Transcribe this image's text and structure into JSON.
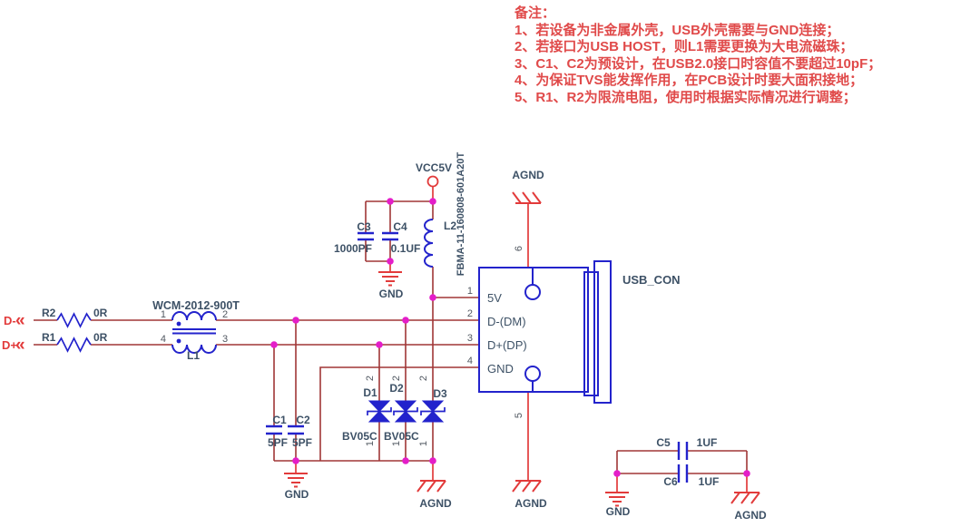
{
  "notes": {
    "title": "备注：",
    "items": [
      "1、若设备为非金属外壳，USB外壳需要与GND连接；",
      "2、若接口为USB HOST，则L1需要更换为大电流磁珠；",
      "3、C1、C2为预设计，在USB2.0接口时容值不要超过10pF；",
      "4、为保证TVS能发挥作用，在PCB设计时要大面积接地；",
      "5、R1、R2为限流电阻，使用时根据实际情况进行调整；"
    ]
  },
  "ports": {
    "d_minus": "D-",
    "d_plus": "D+",
    "chevron": "«"
  },
  "power": {
    "vcc": "VCC5V",
    "gnd": "GND",
    "agnd": "AGND"
  },
  "components": {
    "r1": {
      "ref": "R1",
      "value": "0R"
    },
    "r2": {
      "ref": "R2",
      "value": "0R"
    },
    "l1": {
      "ref": "L1",
      "part": "WCM-2012-900T",
      "pin1": "1",
      "pin2": "2",
      "pin3": "3",
      "pin4": "4"
    },
    "l2": {
      "ref": "L2",
      "part": "FBMA-11-160808-601A20T"
    },
    "c1": {
      "ref": "C1",
      "value": "5PF"
    },
    "c2": {
      "ref": "C2",
      "value": "5PF"
    },
    "c3": {
      "ref": "C3",
      "value": "1000PF"
    },
    "c4": {
      "ref": "C4",
      "value": "0.1UF"
    },
    "c5": {
      "ref": "C5",
      "value": "1UF"
    },
    "c6": {
      "ref": "C6",
      "value": "1UF"
    },
    "d1": {
      "ref": "D1",
      "value": "BV05C",
      "pin_top": "2",
      "pin_bottom": "1"
    },
    "d2": {
      "ref": "D2",
      "value": "BV05C",
      "pin_top": "2",
      "pin_bottom": "1"
    },
    "d3": {
      "ref": "D3",
      "pin_top": "2",
      "pin_bottom": "1"
    },
    "usb": {
      "ref": "USB_CON",
      "pins": [
        {
          "num": "1",
          "name": "5V"
        },
        {
          "num": "2",
          "name": "D-(DM)"
        },
        {
          "num": "3",
          "name": "D+(DP)"
        },
        {
          "num": "4",
          "name": "GND"
        }
      ],
      "shield_pin_top": "6",
      "shield_pin_bottom": "5"
    }
  },
  "colors": {
    "wire": "#a03636",
    "power_red": "#e23b3b",
    "component_blue": "#2323cc",
    "junction": "#e41ec9",
    "label": "#3d5166",
    "note_red": "#e04a4a"
  }
}
